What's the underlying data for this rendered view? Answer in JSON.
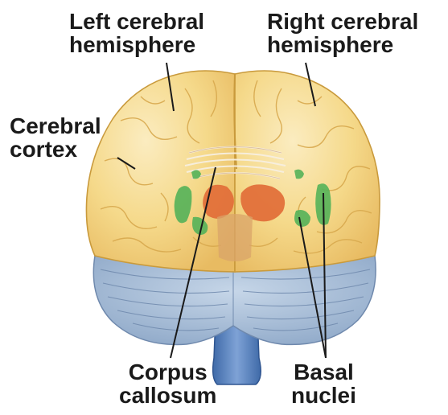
{
  "labels": {
    "left_hemisphere": [
      "Left cerebral",
      "hemisphere"
    ],
    "right_hemisphere": [
      "Right cerebral",
      "hemisphere"
    ],
    "cortex": [
      "Cerebral",
      "cortex"
    ],
    "corpus_callosum": [
      "Corpus",
      "callosum"
    ],
    "basal_nuclei": [
      "Basal",
      "nuclei"
    ]
  },
  "colors": {
    "cerebrum": "#f5d98a",
    "cerebrum_outline": "#c99a3c",
    "gyri_lines": "#d8a94e",
    "cerebellum": "#a9bfd8",
    "cerebellum_lines": "#6f89ad",
    "brainstem": "#5f86c2",
    "thalamus": "#e2703a",
    "basal_nuclei": "#58b35a",
    "corpus_callosum": "#f7efe0"
  },
  "icons": [
    "brain-illustration"
  ]
}
